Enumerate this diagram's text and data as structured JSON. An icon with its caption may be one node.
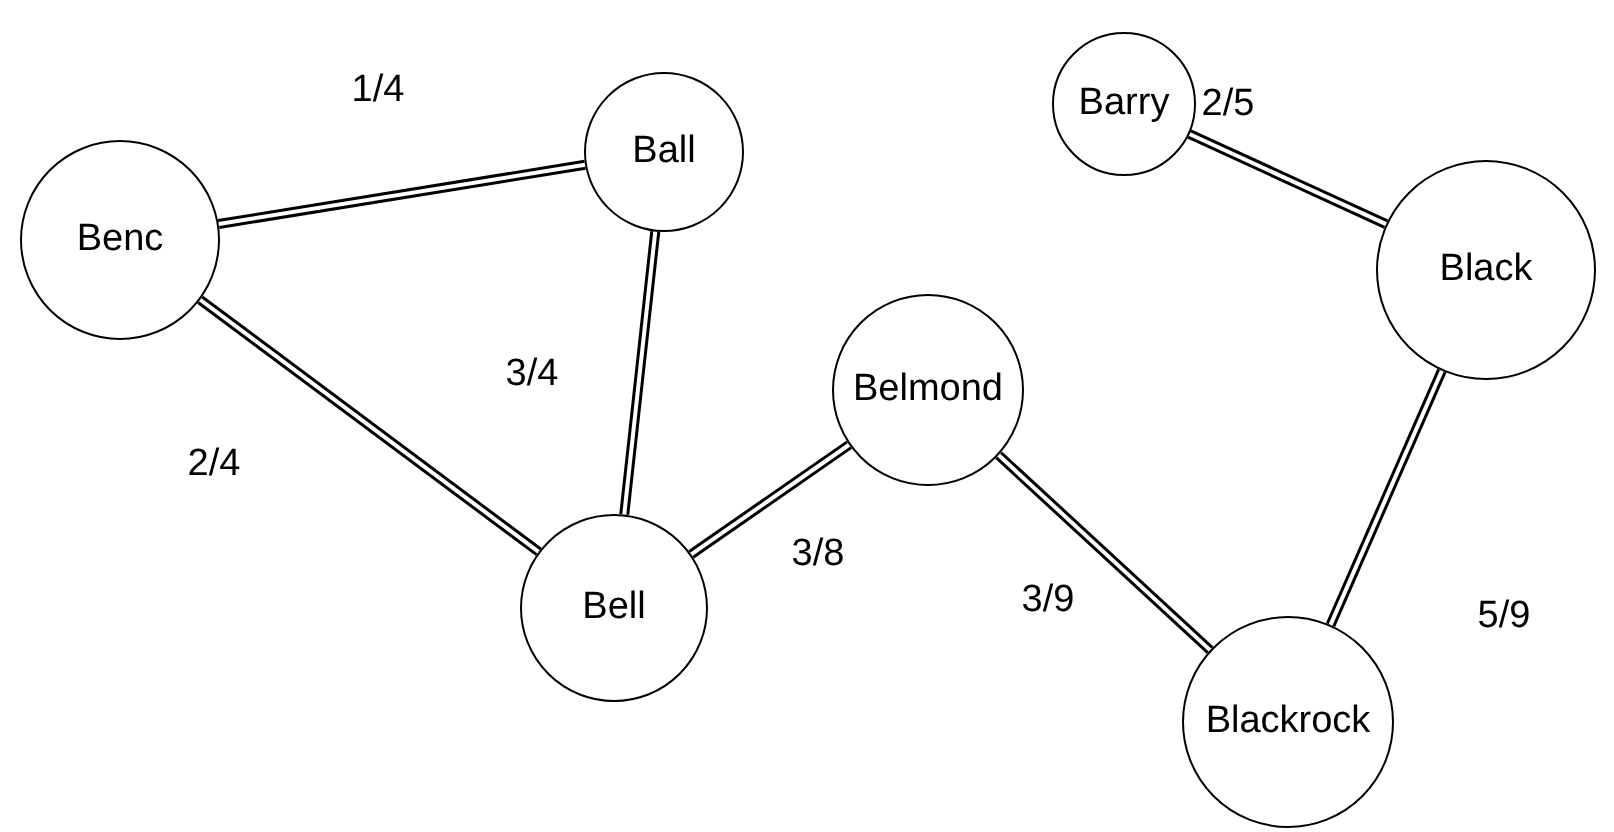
{
  "diagram": {
    "nodes": [
      {
        "text": [
          "Benc"
        ]
      },
      {
        "text": [
          "Ball"
        ]
      },
      {
        "text": [
          "Belmond"
        ]
      },
      {
        "text": [
          "Bell"
        ]
      },
      {
        "text": [
          "Barry"
        ]
      },
      {
        "text": [
          "Black"
        ]
      },
      {
        "text": [
          "Blackrock"
        ]
      }
    ],
    "edges": [
      {
        "from": 0,
        "to": 1,
        "arrow": "none",
        "label": "1/4"
      },
      {
        "from": 1,
        "to": 3,
        "arrow": "none",
        "label": "3/4"
      },
      {
        "from": 0,
        "to": 3,
        "arrow": "none",
        "label": "2/4"
      },
      {
        "from": 3,
        "to": 2,
        "arrow": "none",
        "label": "3/8"
      },
      {
        "from": 2,
        "to": 6,
        "arrow": "none",
        "label": "3/9"
      },
      {
        "from": 4,
        "to": 5,
        "arrow": "none",
        "label": "2/5"
      },
      {
        "from": 5,
        "to": 6,
        "arrow": "none",
        "label": "5/9"
      }
    ]
  }
}
